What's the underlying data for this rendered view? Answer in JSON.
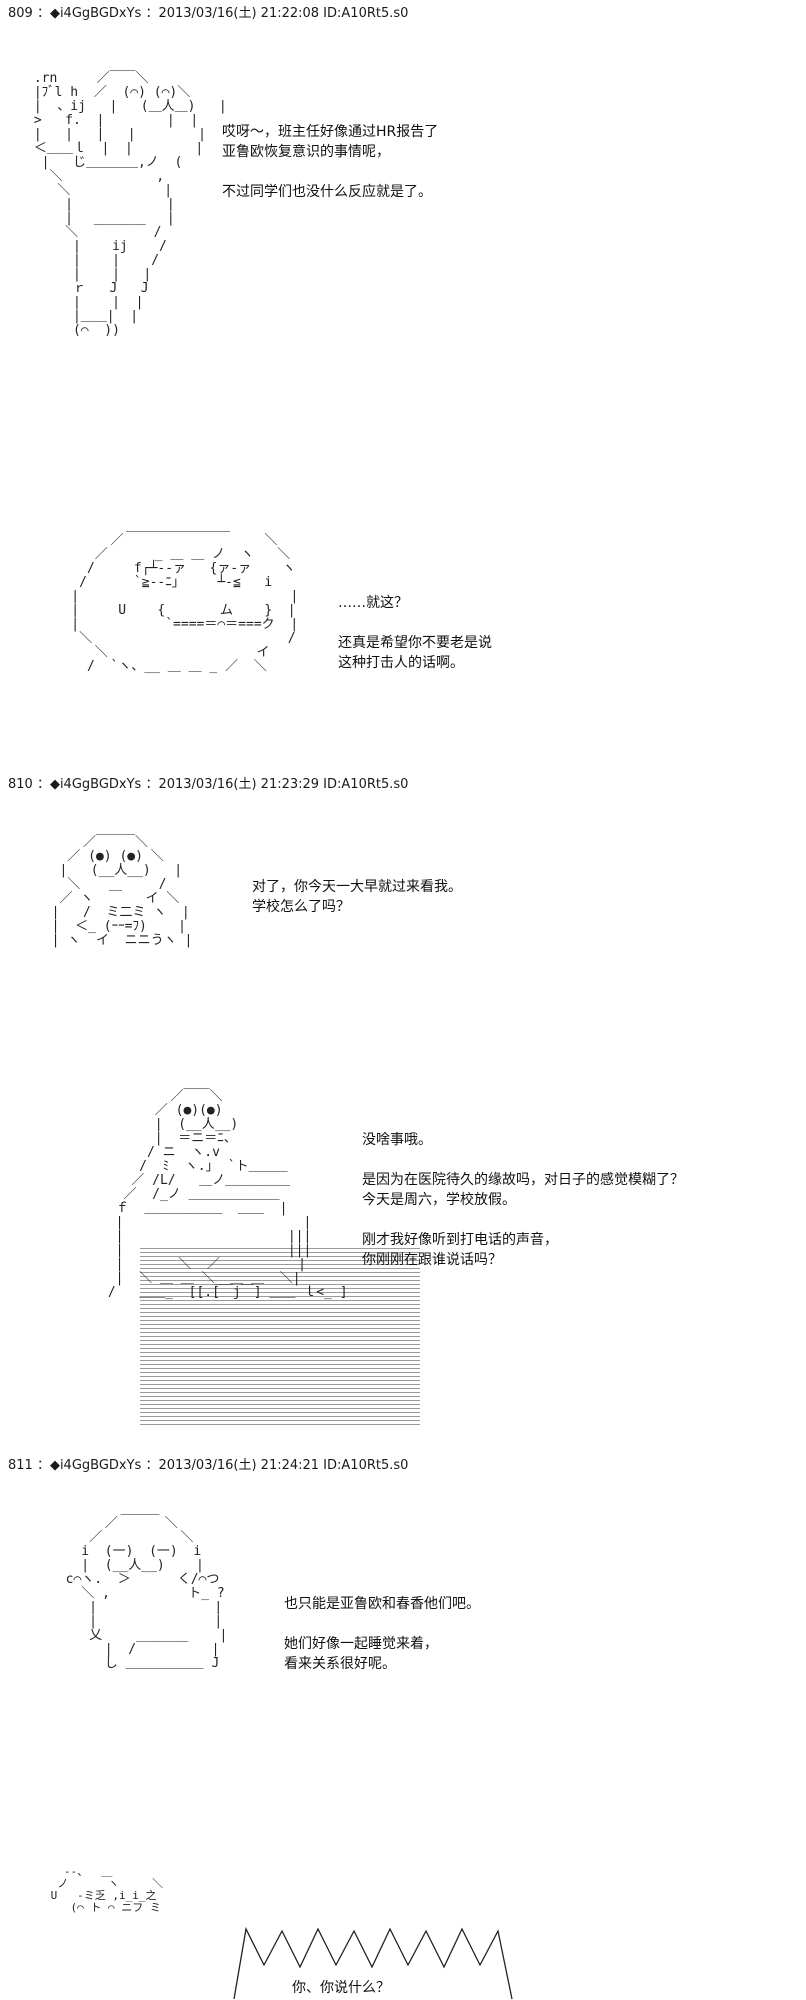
{
  "posts": [
    {
      "header": "809 ：◆i4GgBGDxYs ：2013/03/16(土) 21:22:08 ID:A10Rt5.s0",
      "panels": [
        {
          "lines": [
            "哎呀～，班主任好像通过HR报告了",
            "亚鲁欧恢复意识的事情呢，",
            "",
            "不过同学们也没什么反应就是了。"
          ]
        },
        {
          "lines": [
            "……就这？",
            "",
            "还真是希望你不要老是说",
            "这种打击人的话啊。"
          ]
        }
      ]
    },
    {
      "header": "810 ：◆i4GgBGDxYs ：2013/03/16(土) 21:23:29 ID:A10Rt5.s0",
      "panels": [
        {
          "lines": [
            "对了，你今天一大早就过来看我。",
            "学校怎么了吗？"
          ]
        },
        {
          "lines": [
            "没啥事哦。",
            "",
            "是因为在医院待久的缘故吗，对日子的感觉模糊了？",
            "今天是周六，学校放假。",
            "",
            "刚才我好像听到打电话的声音，",
            "你刚刚在跟谁说话吗？"
          ]
        }
      ]
    },
    {
      "header": "811 ：◆i4GgBGDxYs ：2013/03/16(土) 21:24:21 ID:A10Rt5.s0",
      "panels": [
        {
          "lines": [
            "也只能是亚鲁欧和春香他们吧。",
            "",
            "她们好像一起睡觉来着，",
            "看来关系很好呢。"
          ]
        },
        {
          "lines": [
            "你、你说什么？"
          ]
        }
      ]
    }
  ],
  "art": {
    "face_a": " .rn     ／￣￣＼\n |ﾌﾞl h  ／  (⌒) (⌒)＼\n |  、ij   |   (＿人＿)   |\n >   f.  |        |  |\n |   |   |   |        |\n ＜＿＿ｌ  |  |        |\n  |   じ＿＿＿＿,ノ  (\n   ＼            ,\n    ＼            |\n     |            |\n     |            |\n     ＼  ￣￣￣￣ /\n      |    ij    /\n      |    |    /\n      |    |   |\n      ｒ   J   J\n      |    |  |\n      |＿＿|  |\n      (⌒  ))",
    "face_b": "           ＿＿＿＿＿＿＿＿\n         ／                  ＼\n       ／      _ ＿ ＿ ノ  ヽ   ＼\n      /     f┌┴‐‐ァ   {ァ‐ァ    ヽ\n     /      `≧‐‐ﾆ｣     ┴‐≦   i\n    |                           |\n    |     U    {       ム    }  |\n    |           `====＝⌒＝===ク  |\n     ＼                         /\n       ＼                   イ\n      /  `ヽ、__ ＿ ＿ _ ／  ＼",
    "face_c": "      ／￣￣￣＼\n    ／ (●) (●) ＼\n   |   (__人__)   |\n    ＼          /\n   ／ ヽ  ￣   イ ＼\n  |   /  ミ二ミ ヽ  |\n  |  ＜_ (ｰｰ=ﾌ)    |\n  | ヽ  イ  ニニうヽ |",
    "face_d": "         ／￣￣＼\n       ／ (●)(●)\n       |  (__人__)\n       |  ＝ニ＝ﾆ、\n      / ニ  ヽ.v\n     /  ﾐ  ヽ.｣  `ト＿＿＿\n    ／ /L/   ＿ノ＿＿＿＿＿\n   ／  /_ノ ＿＿＿＿＿＿＿\n  ｆ  ＿＿＿＿＿＿  ＿＿  |\n  |                       |\n  |                     |||\n  |                     |||\n  |       ＼  ／          |\n  |  ＼ ＿ ＿ ＼_ ＿ ＿  ＼|\n /   ＿＿_  [[.[￣j￣] ＿＿ ｌ<_ ]",
    "face_e": "         ＿＿＿\n       ／      ＼\n     ／          ＼\n    i  (一)  (一)  i\n    |  (__人__)    |\n  c⌒ヽ.  ＞      く/⌒つ\n    ＼ ,          ト_ ?\n     |               |\n     |               |\n     乂               |\n       |  /￣￣￣￣   |\n       し ＿＿＿＿＿＿ J",
    "face_f": "   ‐-、  ＿\n  ノ      ヽ     ＼\n U   ‐ミ乏 ,i_i_之\n    (⌒ ト ⌒ ニフ ミ"
  }
}
